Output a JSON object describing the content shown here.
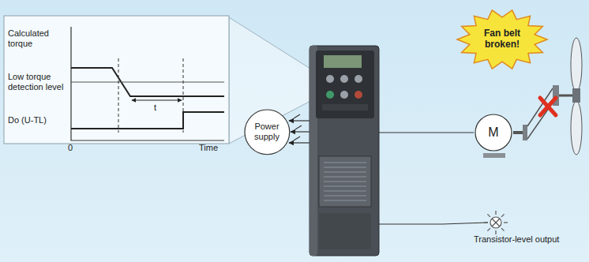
{
  "diagram": {
    "nodes": [
      {
        "text": [
          "Fan belt broken!"
        ]
      },
      {
        "text": [
          "Power supply"
        ]
      },
      {
        "text": [
          "M"
        ]
      }
    ],
    "labels": [
      "Calculated torque",
      "Low torque detection level",
      "Do (U-TL)",
      "0",
      "Time",
      "t",
      "Transistor-level output"
    ]
  }
}
